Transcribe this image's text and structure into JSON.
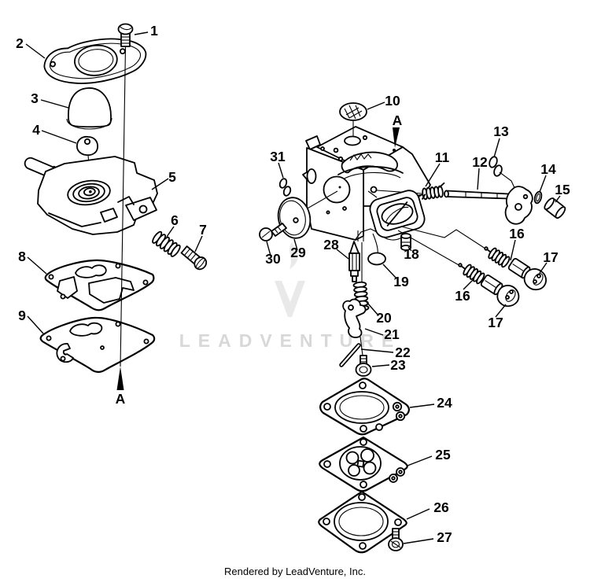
{
  "colors": {
    "background": "#ffffff",
    "line": "#000000",
    "watermark": "#d8d8d8"
  },
  "watermark": {
    "text": "LEADVENTURE",
    "logo": "flame-v-logo"
  },
  "footer": {
    "text": "Rendered by LeadVenture, Inc."
  },
  "callouts": {
    "p1": "1",
    "p2": "2",
    "p3": "3",
    "p4": "4",
    "p5": "5",
    "p6": "6",
    "p7": "7",
    "p8": "8",
    "p9": "9",
    "p10": "10",
    "p11": "11",
    "p12": "12",
    "p13": "13",
    "p14": "14",
    "p15": "15",
    "p16": "16",
    "p16b": "16",
    "p17": "17",
    "p17b": "17",
    "p18": "18",
    "p19": "19",
    "p20": "20",
    "p21": "21",
    "p22": "22",
    "p23": "23",
    "p24": "24",
    "p25": "25",
    "p26": "26",
    "p27": "27",
    "p28": "28",
    "p29": "29",
    "p30": "30",
    "p31": "31",
    "aLeft": "A",
    "aRight": "A"
  }
}
